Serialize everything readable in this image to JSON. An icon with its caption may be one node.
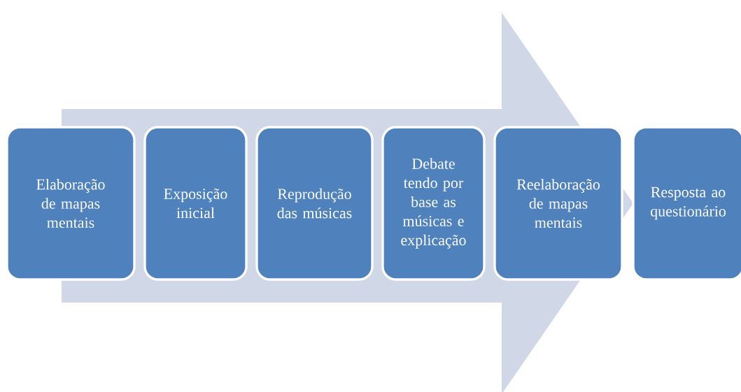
{
  "diagram": {
    "nodes": [
      {
        "text": [
          "Elaboração de mapas mentais"
        ]
      },
      {
        "text": [
          "Exposição inicial"
        ]
      },
      {
        "text": [
          "Reprodução das músicas"
        ]
      },
      {
        "text": [
          "Debate tendo por base as músicas e explicação"
        ]
      },
      {
        "text": [
          "Reelaboração de mapas mentais"
        ]
      },
      {
        "text": [
          "Resposta ao questionário"
        ]
      }
    ],
    "edges": [
      {
        "from": 0,
        "to": 5,
        "arrow": "to"
      }
    ]
  }
}
